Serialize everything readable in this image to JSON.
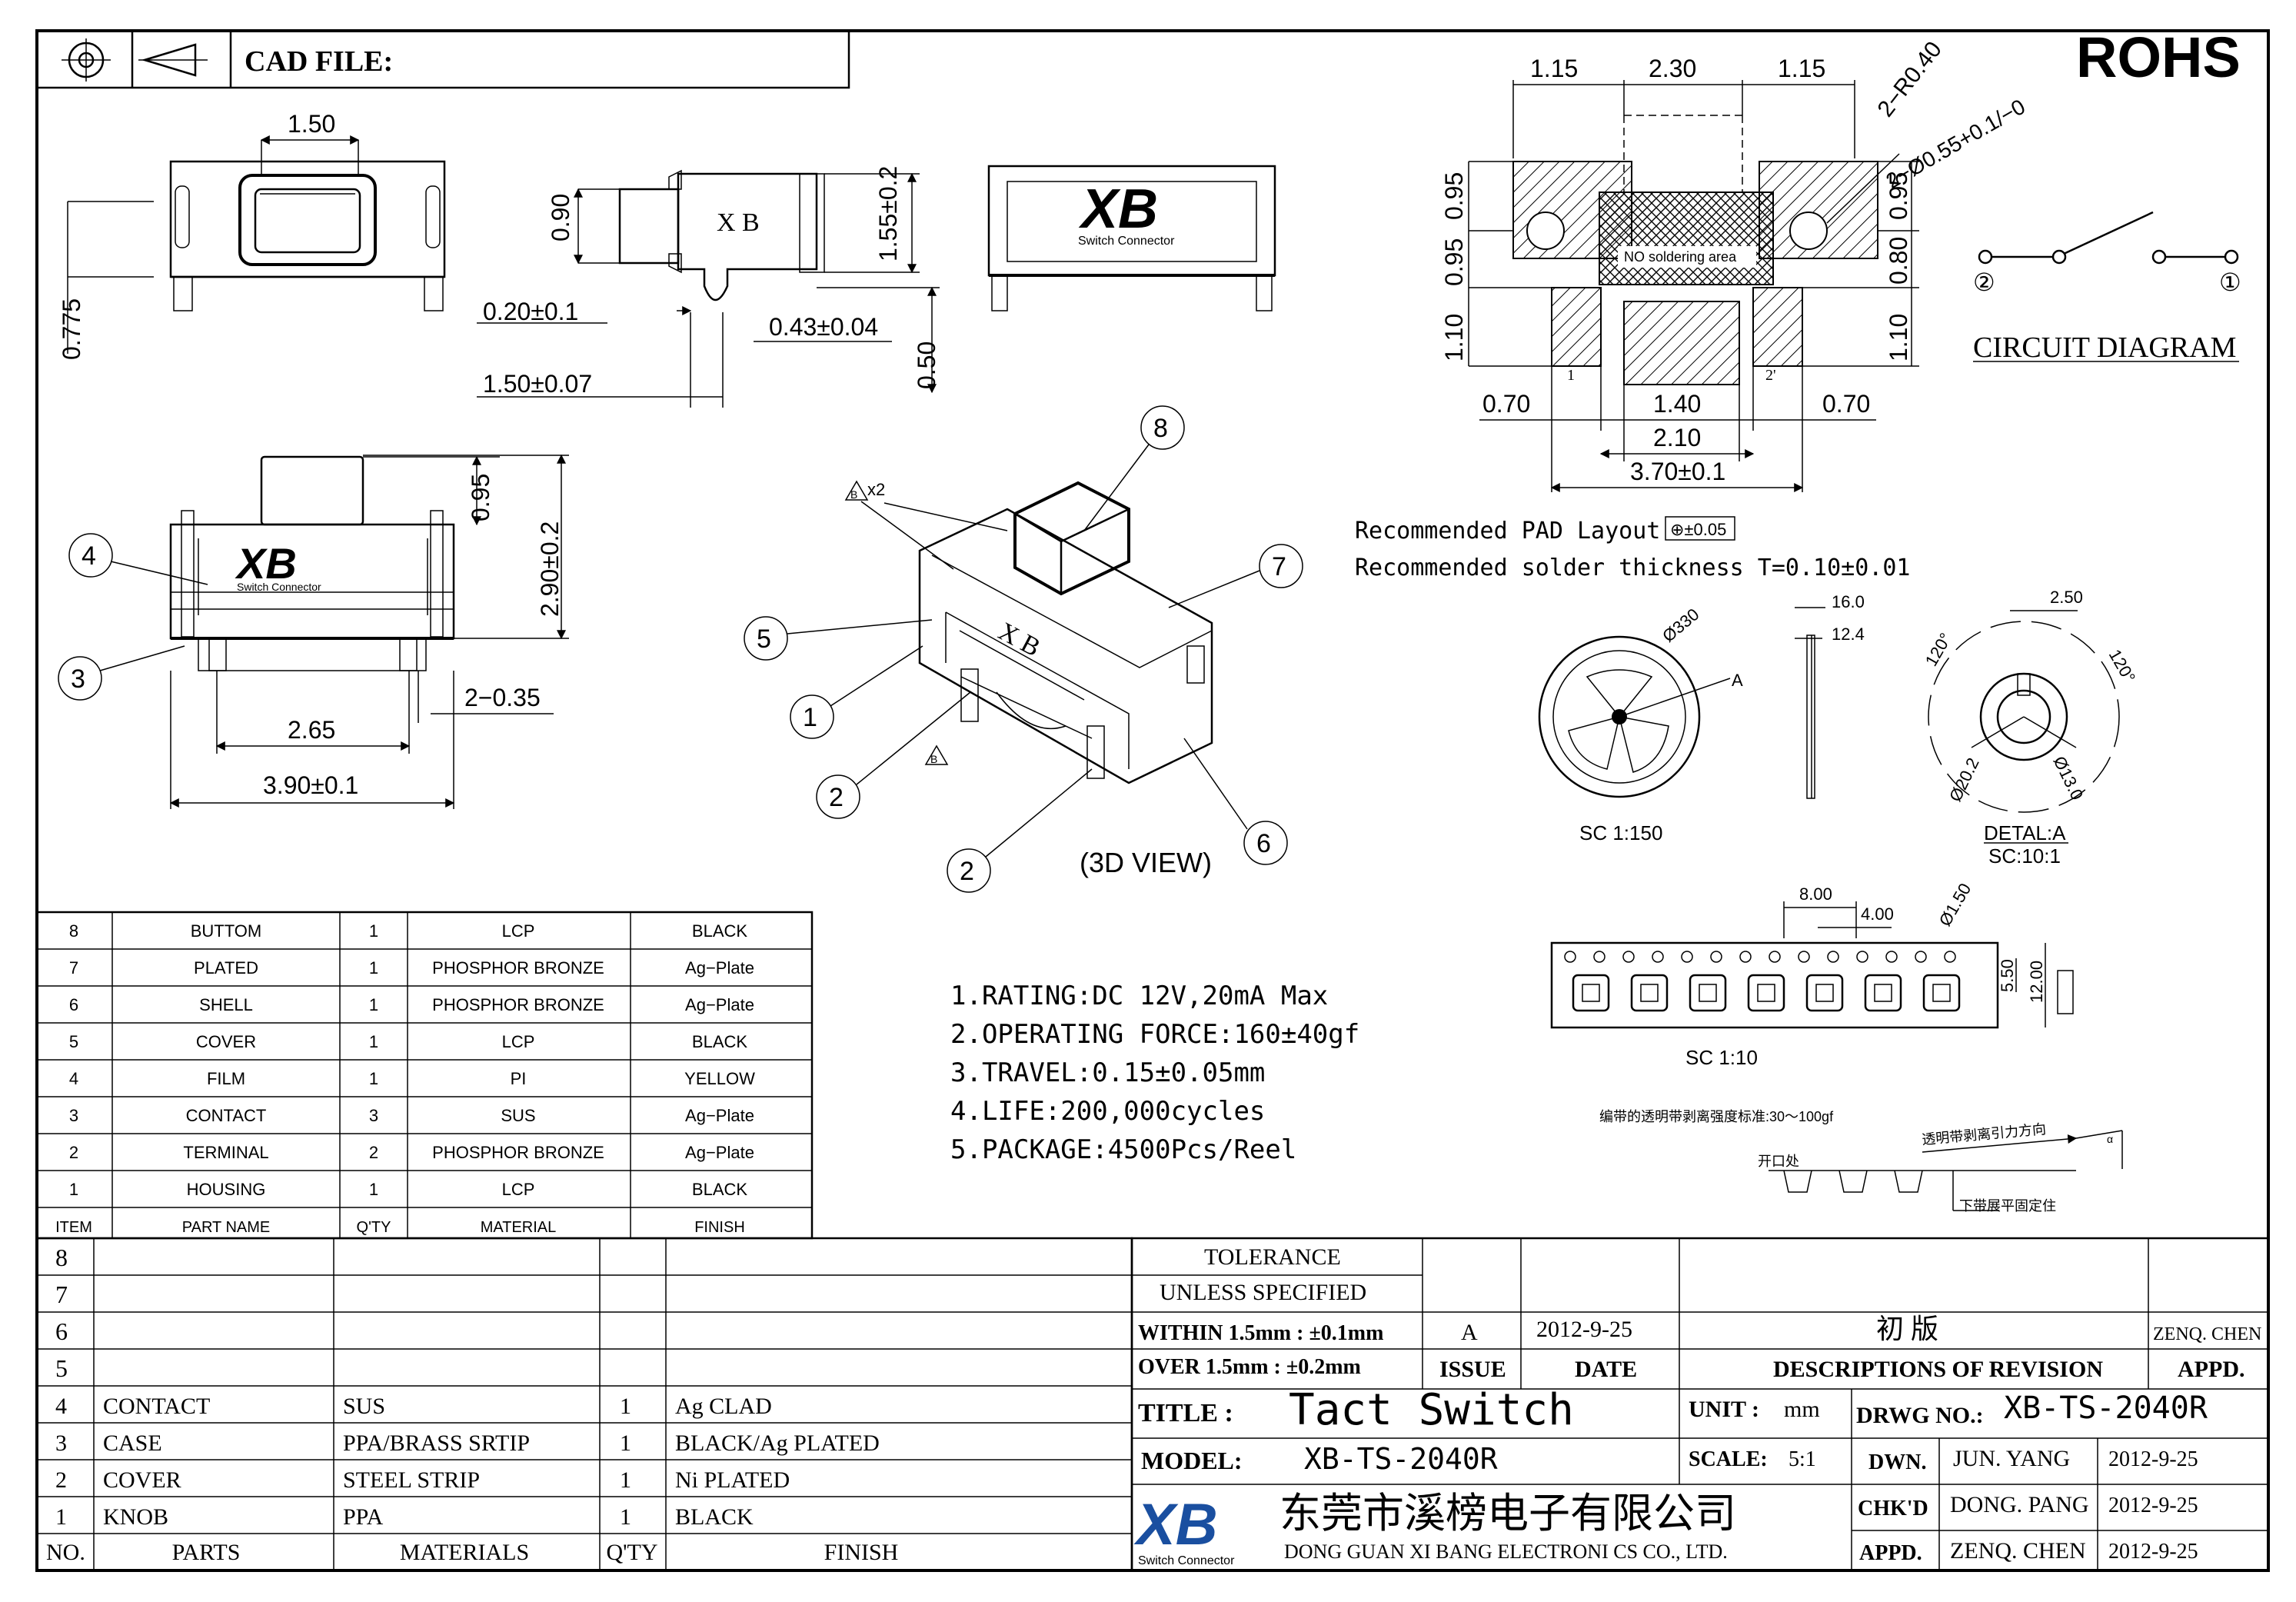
{
  "header": {
    "cad_label": "CAD FILE:",
    "rohs": "ROHS"
  },
  "top_view_dims": {
    "width_top": "1.50",
    "height_left": "0.775"
  },
  "side_view_dims": {
    "d090": "0.90",
    "d155": "1.55±0.2",
    "d020": "0.20±0.1",
    "d043": "0.43±0.04",
    "d150": "1.50±0.07",
    "d050": "0.50",
    "label_xb": "X B"
  },
  "logo": {
    "main": "XB",
    "sub": "Switch Connector"
  },
  "front_view_dims": {
    "d095": "0.95",
    "d290": "2.90±0.2",
    "d265": "2.65",
    "d035": "2−0.35",
    "d390": "3.90±0.1"
  },
  "view_3d": {
    "label": "(3D VIEW)",
    "xb": "X B",
    "bx2": "x2",
    "b": "B",
    "callouts": [
      "1",
      "2",
      "2",
      "3",
      "4",
      "5",
      "6",
      "7",
      "8"
    ]
  },
  "pad_layout": {
    "top_dims": [
      "1.15",
      "2.30",
      "1.15"
    ],
    "radius": "2−R0.40",
    "hole": "2−Ø0.55+0.1/−0",
    "left_dims": [
      "0.95",
      "0.95",
      "1.10"
    ],
    "right_dims": [
      "0.95",
      "0.80",
      "1.10"
    ],
    "bottom_dims": [
      "0.70",
      "1.40",
      "0.70"
    ],
    "d210": "2.10",
    "d370": "3.70±0.1",
    "no_solder": "NO soldering area",
    "pin1": "1",
    "pin2": "2'",
    "rec_pad": "Recommended  PAD  Layout",
    "tol_box": "⊕±0.05",
    "rec_solder": "Recommended  solder  thickness  T=0.10±0.01"
  },
  "circuit": {
    "title": "CIRCUIT DIAGRAM",
    "pin1": "①",
    "pin2": "②"
  },
  "reel": {
    "dia": "Ø330",
    "a": "A",
    "w16": "16.0",
    "w12": "12.4",
    "scale": "SC 1:150",
    "d250": "2.50",
    "a120l": "120°",
    "a120r": "120°",
    "d202": "Ø20.2",
    "d130": "Ø13.0",
    "detail": "DETAL:A",
    "detail_scale": "SC:10:1"
  },
  "tape": {
    "d800": "8.00",
    "d400": "4.00",
    "d150": "Ø1.50",
    "d550": "5.50",
    "d1200": "12.00",
    "scale": "SC 1:10",
    "peel_note": "编带的透明带剥离强度标准:30～100gf",
    "peel_dir": "透明带剥离引力方向",
    "open": "开口处",
    "fix": "下带展平固定住",
    "angle": "α"
  },
  "bom": {
    "rows": [
      [
        "8",
        "BUTTOM",
        "1",
        "LCP",
        "BLACK"
      ],
      [
        "7",
        "PLATED",
        "1",
        "PHOSPHOR BRONZE",
        "Ag−Plate"
      ],
      [
        "6",
        "SHELL",
        "1",
        "PHOSPHOR BRONZE",
        "Ag−Plate"
      ],
      [
        "5",
        "COVER",
        "1",
        "LCP",
        "BLACK"
      ],
      [
        "4",
        "FILM",
        "1",
        "PI",
        "YELLOW"
      ],
      [
        "3",
        "CONTACT",
        "3",
        "SUS",
        "Ag−Plate"
      ],
      [
        "2",
        "TERMINAL",
        "2",
        "PHOSPHOR BRONZE",
        "Ag−Plate"
      ],
      [
        "1",
        "HOUSING",
        "1",
        "LCP",
        "BLACK"
      ]
    ],
    "header": [
      "ITEM",
      "PART NAME",
      "Q'TY",
      "MATERIAL",
      "FINISH"
    ]
  },
  "specs": [
    "1.RATING:DC 12V,20mA Max",
    "2.OPERATING FORCE:160±40gf",
    "3.TRAVEL:0.15±0.05mm",
    "4.LIFE:200,000cycles",
    "5.PACKAGE:4500Pcs/Reel"
  ],
  "parts": {
    "row_numbers": [
      "8",
      "7",
      "6",
      "5"
    ],
    "rows": [
      [
        "4",
        "CONTACT",
        "SUS",
        "1",
        "Ag CLAD"
      ],
      [
        "3",
        "CASE",
        "PPA/BRASS SRTIP",
        "1",
        "BLACK/Ag PLATED"
      ],
      [
        "2",
        "COVER",
        "STEEL STRIP",
        "1",
        "Ni PLATED"
      ],
      [
        "1",
        "KNOB",
        "PPA",
        "1",
        "BLACK"
      ]
    ],
    "header": [
      "NO.",
      "PARTS",
      "MATERIALS",
      "Q'TY",
      "FINISH"
    ]
  },
  "title_block": {
    "tol1": "TOLERANCE",
    "tol2": "UNLESS  SPECIFIED",
    "within": "WITHIN 1.5mm : ±0.1mm",
    "over": "OVER 1.5mm : ±0.2mm",
    "issue_val": "A",
    "issue_date": "2012-9-25",
    "rev_desc": "初   版",
    "rev_appd": "ZENQ. CHEN",
    "issue": "ISSUE",
    "date": "DATE",
    "desc": "DESCRIPTIONS OF REVISION",
    "appd": "APPD.",
    "title_label": "TITLE :",
    "title": "Tact Switch",
    "unit_label": "UNIT :",
    "unit": "mm",
    "drwg_label": "DRWG NO.:",
    "drwg": "XB-TS-2040R",
    "model_label": "MODEL:",
    "model": "XB-TS-2040R",
    "scale_label": "SCALE:",
    "scale": "5:1",
    "dwn_label": "DWN.",
    "dwn": "JUN. YANG",
    "dwn_date": "2012-9-25",
    "chk_label": "CHK'D",
    "chk": "DONG. PANG",
    "chk_date": "2012-9-25",
    "appd_label": "APPD.",
    "appd_name": "ZENQ. CHEN",
    "appd_date": "2012-9-25",
    "company_cn": "东莞市溪榜电子有限公司",
    "company_en": "DONG GUAN XI BANG  ELECTRONI CS CO., LTD."
  }
}
